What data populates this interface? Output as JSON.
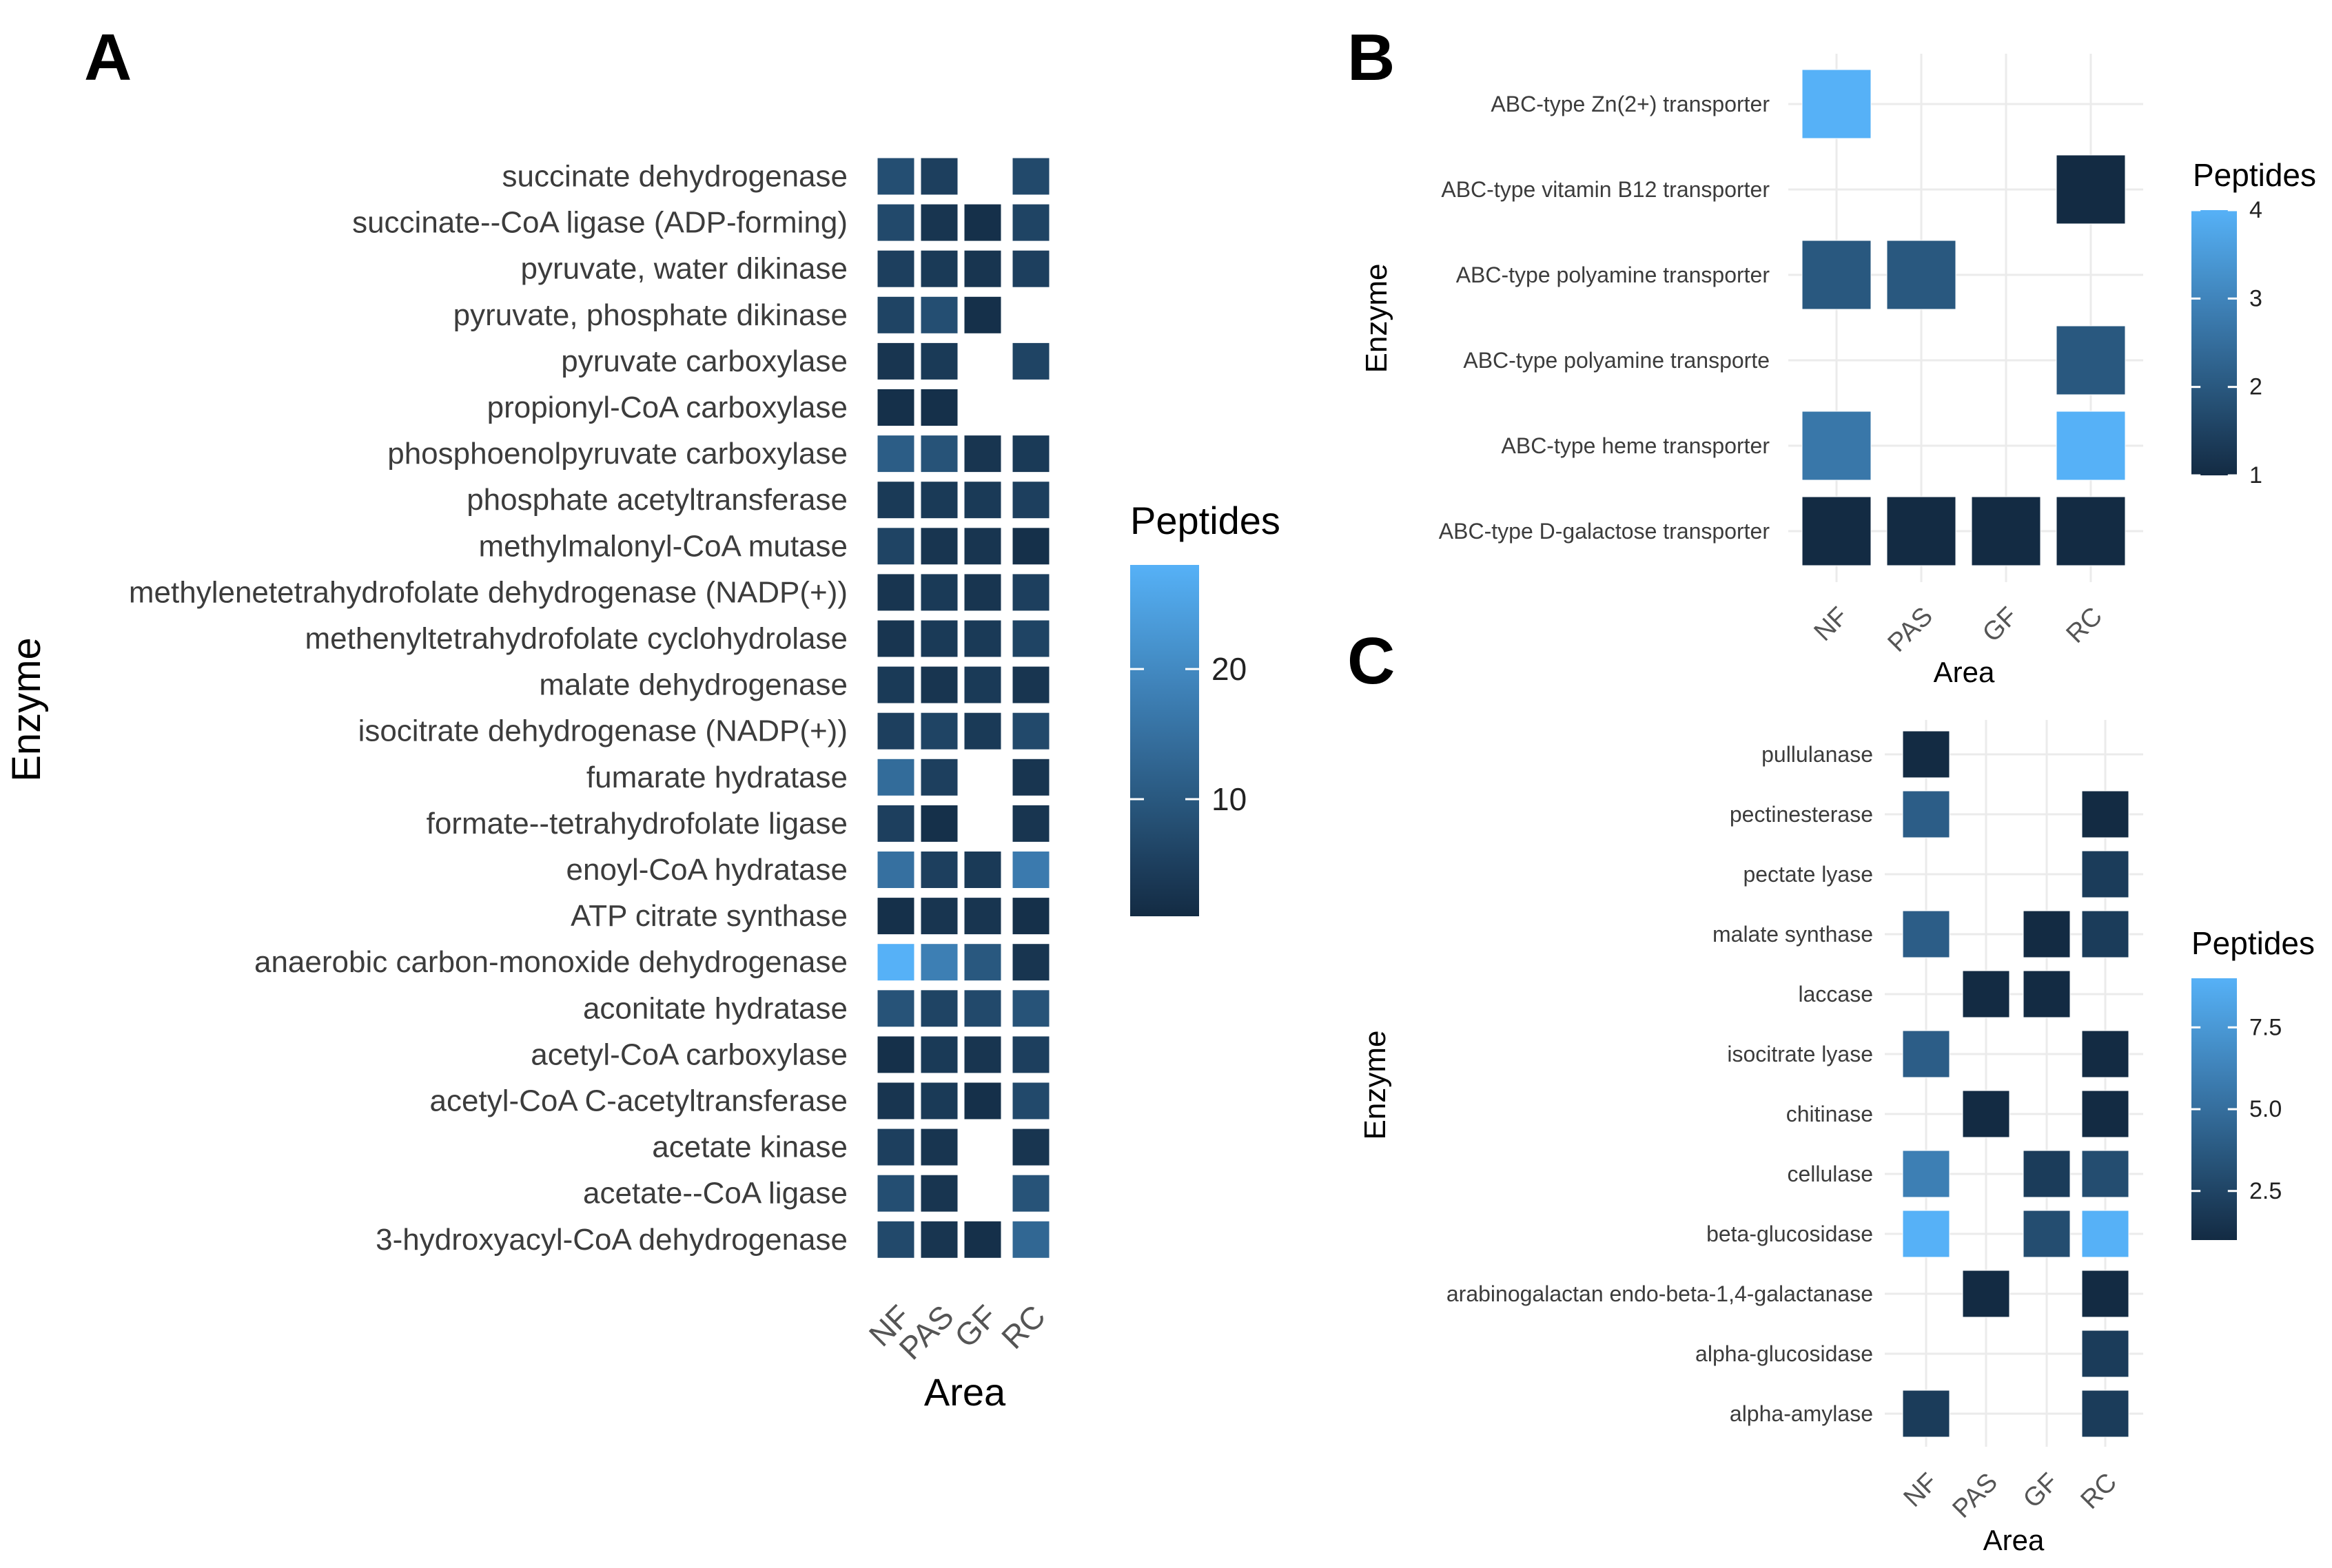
{
  "chart_data": [
    {
      "type": "heatmap",
      "panel": "A",
      "xlabel": "Area",
      "ylabel": "Enzyme",
      "x": [
        "NF",
        "PAS",
        "GF",
        "RC"
      ],
      "y": [
        "succinate dehydrogenase",
        "succinate--CoA ligase (ADP-forming)",
        "pyruvate, water dikinase",
        "pyruvate, phosphate dikinase",
        "pyruvate carboxylase",
        "propionyl-CoA carboxylase",
        "phosphoenolpyruvate carboxylase",
        "phosphate acetyltransferase",
        "methylmalonyl-CoA mutase",
        "methylenetetrahydrofolate dehydrogenase (NADP(+))",
        "methenyltetrahydrofolate cyclohydrolase",
        "malate dehydrogenase",
        "isocitrate dehydrogenase (NADP(+))",
        "fumarate hydratase",
        "formate--tetrahydrofolate ligase",
        "enoyl-CoA hydratase",
        "ATP citrate synthase",
        "anaerobic carbon-monoxide dehydrogenase",
        "aconitate hydratase",
        "acetyl-CoA carboxylase",
        "acetyl-CoA C-acetyltransferase",
        "acetate kinase",
        "acetate--CoA ligase",
        "3-hydroxyacyl-CoA dehydrogenase"
      ],
      "values": [
        [
          8,
          5,
          null,
          7
        ],
        [
          7,
          3,
          2,
          6
        ],
        [
          5,
          4,
          3,
          5
        ],
        [
          6,
          8,
          2,
          null
        ],
        [
          3,
          4,
          null,
          6
        ],
        [
          2,
          2,
          null,
          null
        ],
        [
          11,
          9,
          3,
          4
        ],
        [
          4,
          4,
          4,
          5
        ],
        [
          6,
          3,
          3,
          2
        ],
        [
          3,
          4,
          3,
          5
        ],
        [
          3,
          4,
          4,
          6
        ],
        [
          4,
          3,
          4,
          3
        ],
        [
          5,
          6,
          4,
          7
        ],
        [
          14,
          5,
          null,
          3
        ],
        [
          5,
          2,
          null,
          3
        ],
        [
          15,
          5,
          4,
          17
        ],
        [
          2,
          3,
          3,
          2
        ],
        [
          28,
          18,
          10,
          3
        ],
        [
          9,
          6,
          7,
          9
        ],
        [
          2,
          4,
          3,
          5
        ],
        [
          3,
          4,
          2,
          7
        ],
        [
          5,
          3,
          null,
          3
        ],
        [
          8,
          3,
          null,
          9
        ],
        [
          7,
          3,
          2,
          13
        ]
      ],
      "legend_title": "Peptides",
      "legend_ticks": [
        10,
        20
      ],
      "color_range": [
        1,
        28
      ],
      "color_low": "#132b43",
      "color_high": "#56b1f7"
    },
    {
      "type": "heatmap",
      "panel": "B",
      "xlabel": "Area",
      "ylabel": "Enzyme",
      "x": [
        "NF",
        "PAS",
        "GF",
        "RC"
      ],
      "y": [
        "ABC-type Zn(2+) transporter",
        "ABC-type vitamin B12 transporter",
        "ABC-type polyamine transporter",
        "ABC-type polyamine transporte",
        "ABC-type heme transporter",
        "ABC-type D-galactose transporter"
      ],
      "values": [
        [
          4,
          null,
          null,
          null
        ],
        [
          null,
          null,
          null,
          1
        ],
        [
          2,
          2,
          null,
          null
        ],
        [
          null,
          null,
          null,
          2
        ],
        [
          2.7,
          null,
          null,
          4
        ],
        [
          1,
          1,
          1,
          1
        ]
      ],
      "legend_title": "Peptides",
      "legend_ticks": [
        1,
        2,
        3,
        4
      ],
      "color_range": [
        1,
        4
      ],
      "color_low": "#132b43",
      "color_high": "#56b1f7"
    },
    {
      "type": "heatmap",
      "panel": "C",
      "xlabel": "Area",
      "ylabel": "Enzyme",
      "x": [
        "NF",
        "PAS",
        "GF",
        "RC"
      ],
      "y": [
        "pullulanase",
        "pectinesterase",
        "pectate lyase",
        "malate synthase",
        "laccase",
        "isocitrate lyase",
        "chitinase",
        "cellulase",
        "beta-glucosidase",
        "arabinogalactan endo-beta-1,4-galactanase",
        "alpha-glucosidase",
        "alpha-amylase"
      ],
      "values": [
        [
          1,
          null,
          null,
          null
        ],
        [
          4,
          null,
          null,
          1
        ],
        [
          null,
          null,
          null,
          2
        ],
        [
          4,
          null,
          1,
          2
        ],
        [
          null,
          1,
          1,
          null
        ],
        [
          4,
          null,
          null,
          1
        ],
        [
          null,
          1,
          null,
          1
        ],
        [
          6,
          null,
          2,
          3
        ],
        [
          9,
          null,
          3,
          9
        ],
        [
          null,
          1,
          null,
          1
        ],
        [
          null,
          null,
          null,
          2
        ],
        [
          2,
          null,
          null,
          2
        ]
      ],
      "legend_title": "Peptides",
      "legend_ticks": [
        "2.5",
        "5.0",
        "7.5"
      ],
      "legend_tick_values": [
        2.5,
        5.0,
        7.5
      ],
      "color_range": [
        1,
        9
      ],
      "color_low": "#132b43",
      "color_high": "#56b1f7"
    }
  ],
  "panel_labels": [
    "A",
    "B",
    "C"
  ]
}
